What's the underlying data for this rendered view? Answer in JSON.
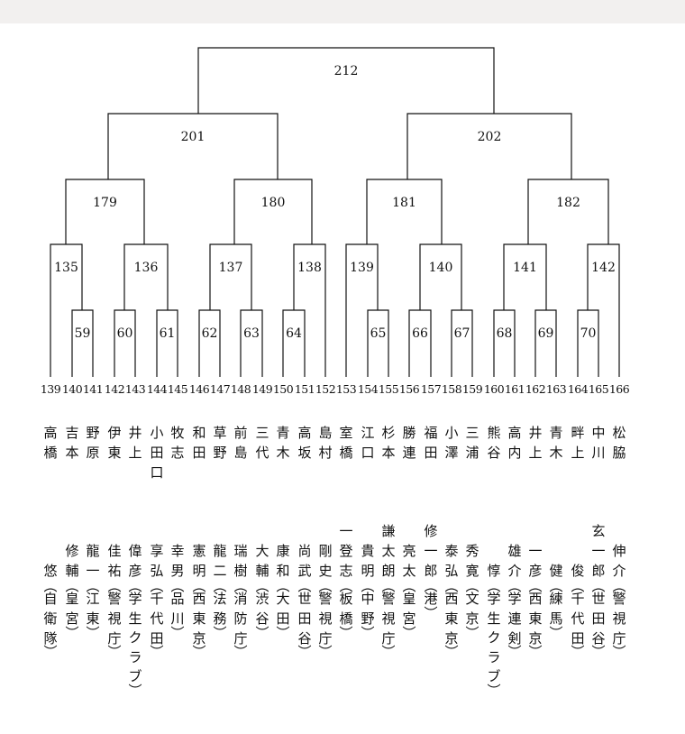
{
  "matches": [
    {
      "id": "m59",
      "label": "59"
    },
    {
      "id": "m60",
      "label": "60"
    },
    {
      "id": "m61",
      "label": "61"
    },
    {
      "id": "m62",
      "label": "62"
    },
    {
      "id": "m63",
      "label": "63"
    },
    {
      "id": "m64",
      "label": "64"
    },
    {
      "id": "m65",
      "label": "65"
    },
    {
      "id": "m66",
      "label": "66"
    },
    {
      "id": "m67",
      "label": "67"
    },
    {
      "id": "m68",
      "label": "68"
    },
    {
      "id": "m69",
      "label": "69"
    },
    {
      "id": "m70",
      "label": "70"
    },
    {
      "id": "m135",
      "label": "135"
    },
    {
      "id": "m136",
      "label": "136"
    },
    {
      "id": "m137",
      "label": "137"
    },
    {
      "id": "m138",
      "label": "138"
    },
    {
      "id": "m139",
      "label": "139"
    },
    {
      "id": "m140",
      "label": "140"
    },
    {
      "id": "m141",
      "label": "141"
    },
    {
      "id": "m142",
      "label": "142"
    },
    {
      "id": "m179",
      "label": "179"
    },
    {
      "id": "m180",
      "label": "180"
    },
    {
      "id": "m181",
      "label": "181"
    },
    {
      "id": "m182",
      "label": "182"
    },
    {
      "id": "m201",
      "label": "201"
    },
    {
      "id": "m202",
      "label": "202"
    },
    {
      "id": "m212",
      "label": "212"
    }
  ],
  "entries": [
    {
      "num": "139",
      "surname": "高橋",
      "given": "悠",
      "affil": "自衛隊"
    },
    {
      "num": "140",
      "surname": "吉本",
      "given": "修輔",
      "affil": "皇宮"
    },
    {
      "num": "141",
      "surname": "野原",
      "given": "龍一",
      "affil": "江東"
    },
    {
      "num": "142",
      "surname": "伊東",
      "given": "佳祐",
      "affil": "警視庁"
    },
    {
      "num": "143",
      "surname": "井上",
      "given": "偉彦",
      "affil": "学生クラブ"
    },
    {
      "num": "144",
      "surname": "小田口",
      "given": "享弘",
      "affil": "千代田"
    },
    {
      "num": "145",
      "surname": "牧志",
      "given": "幸男",
      "affil": "品川"
    },
    {
      "num": "146",
      "surname": "和田",
      "given": "憲明",
      "affil": "西東京"
    },
    {
      "num": "147",
      "surname": "草野",
      "given": "龍二",
      "affil": "法務"
    },
    {
      "num": "148",
      "surname": "前島",
      "given": "瑞樹",
      "affil": "消防庁"
    },
    {
      "num": "149",
      "surname": "三代",
      "given": "大輔",
      "affil": "渋谷"
    },
    {
      "num": "150",
      "surname": "青木",
      "given": "康和",
      "affil": "大田"
    },
    {
      "num": "151",
      "surname": "高坂",
      "given": "尚武",
      "affil": "世田谷"
    },
    {
      "num": "152",
      "surname": "島村",
      "given": "剛史",
      "affil": "警視庁"
    },
    {
      "num": "153",
      "surname": "室橋",
      "given": "一登志",
      "affil": "板橋"
    },
    {
      "num": "154",
      "surname": "江口",
      "given": "貴明",
      "affil": "中野"
    },
    {
      "num": "155",
      "surname": "杉本",
      "given": "謙太朗",
      "affil": "警視庁"
    },
    {
      "num": "156",
      "surname": "勝連",
      "given": "亮太",
      "affil": "皇宮"
    },
    {
      "num": "157",
      "surname": "福田",
      "given": "修一郎",
      "affil": "港"
    },
    {
      "num": "158",
      "surname": "小澤",
      "given": "泰弘",
      "affil": "西東京"
    },
    {
      "num": "159",
      "surname": "三浦",
      "given": "秀寛",
      "affil": "文京"
    },
    {
      "num": "160",
      "surname": "熊谷",
      "given": "惇",
      "affil": "学生クラブ"
    },
    {
      "num": "161",
      "surname": "高内",
      "given": "雄介",
      "affil": "学連剣"
    },
    {
      "num": "162",
      "surname": "井上",
      "given": "一彦",
      "affil": "西東京"
    },
    {
      "num": "163",
      "surname": "青木",
      "given": "健",
      "affil": "練馬"
    },
    {
      "num": "164",
      "surname": "畔上",
      "given": "俊",
      "affil": "千代田"
    },
    {
      "num": "165",
      "surname": "中川",
      "given": "玄一郎",
      "affil": "世田谷"
    },
    {
      "num": "166",
      "surname": "松脇",
      "given": "伸介",
      "affil": "警視庁"
    }
  ]
}
